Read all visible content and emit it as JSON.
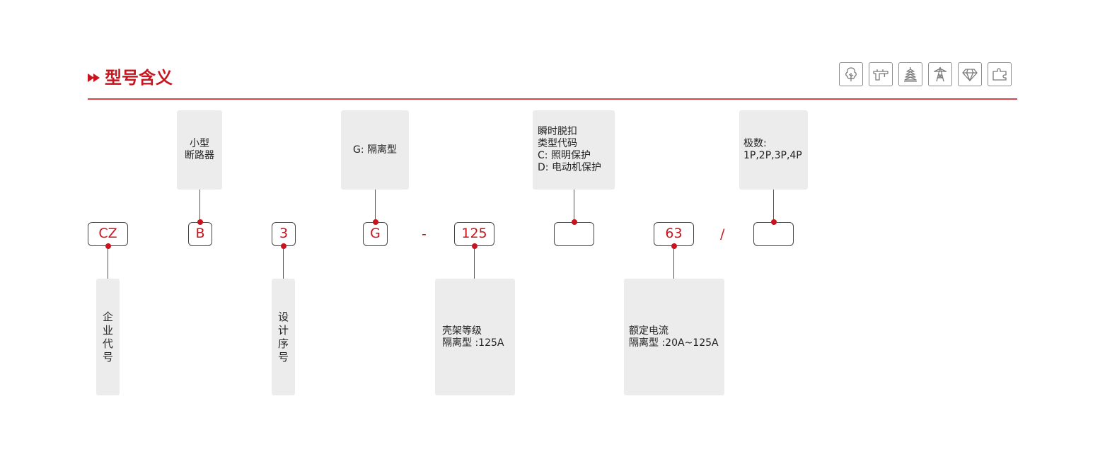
{
  "header": {
    "title": "型号含义",
    "accent_color": "#c8141e"
  },
  "icons": [
    {
      "name": "tree-icon"
    },
    {
      "name": "pipe-icon"
    },
    {
      "name": "pagoda-icon"
    },
    {
      "name": "power-tower-icon"
    },
    {
      "name": "diamond-icon"
    },
    {
      "name": "puzzle-icon"
    }
  ],
  "codes": [
    {
      "id": "enterprise",
      "text": "CZ"
    },
    {
      "id": "breaker",
      "text": "B"
    },
    {
      "id": "design",
      "text": "3"
    },
    {
      "id": "isolation",
      "text": "G"
    },
    {
      "id": "frame",
      "text": "125"
    },
    {
      "id": "trip",
      "text": ""
    },
    {
      "id": "current",
      "text": "63"
    },
    {
      "id": "poles",
      "text": ""
    }
  ],
  "separators": {
    "dash": "-",
    "slash": "/"
  },
  "annotations": {
    "breaker": [
      "小型",
      "断路器"
    ],
    "isolation": [
      "G: 隔离型"
    ],
    "trip": [
      "瞬时脱扣",
      "类型代码",
      "C:  照明保护",
      "D:  电动机保护"
    ],
    "poles": [
      "极数:",
      "1P,2P,3P,4P"
    ],
    "enterprise": [
      "企",
      "业",
      "代",
      "号"
    ],
    "design": [
      "设",
      "计",
      "序",
      "号"
    ],
    "frame": [
      "壳架等级",
      "隔离型 :125A"
    ],
    "current": [
      "额定电流",
      "隔离型 :20A~125A"
    ]
  }
}
